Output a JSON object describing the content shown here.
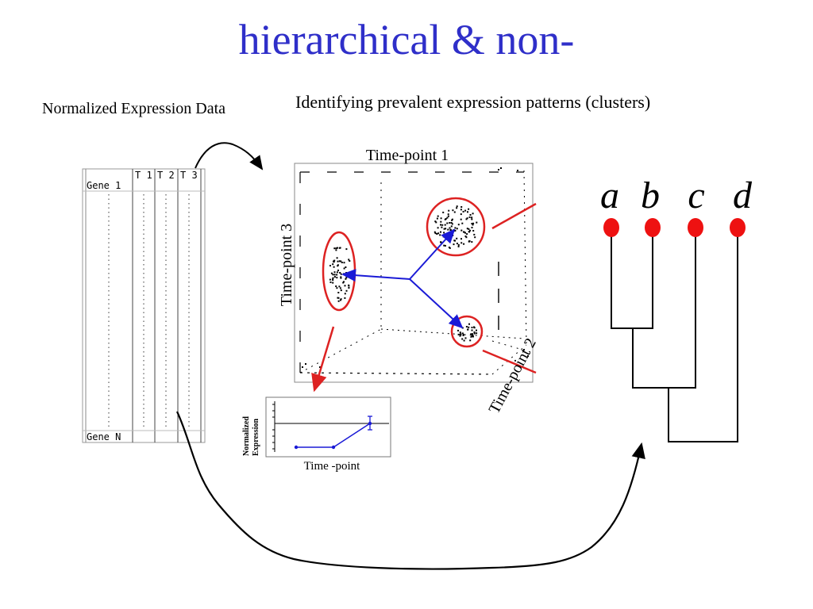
{
  "slide": {
    "title": "hierarchical & non-",
    "left_caption": "Normalized Expression Data",
    "right_caption": "Identifying prevalent expression patterns (clusters)"
  },
  "matrix": {
    "columns": [
      "T 1",
      "T 2",
      "T 3"
    ],
    "first_row": "Gene 1",
    "last_row": "Gene N"
  },
  "scatter3d": {
    "axis_x": "Time-point 1",
    "axis_y": "Time-point 3",
    "axis_z": "Time-point 2"
  },
  "profile": {
    "ylabel_line1": "Normalized",
    "ylabel_line2": "Expression",
    "xlabel": "Time -point"
  },
  "dendrogram": {
    "leaves": [
      "a",
      "b",
      "c",
      "d"
    ],
    "leaf_color": "#ee1111"
  },
  "colors": {
    "title": "#2f2fc9",
    "cluster_ring": "#dd2222",
    "vector": "#1a1ad6",
    "arrow": "#000000"
  }
}
